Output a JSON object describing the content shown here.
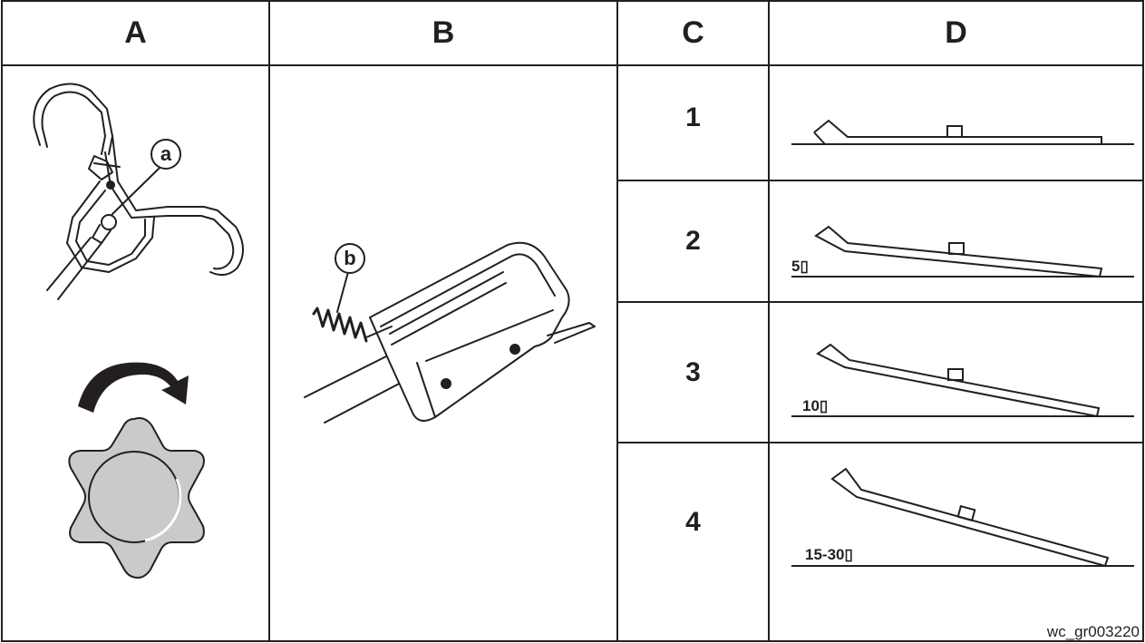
{
  "columns": {
    "a": "A",
    "b": "B",
    "c": "C",
    "d": "D"
  },
  "callouts": {
    "a": "a",
    "b": "b"
  },
  "rows": [
    {
      "number": "1",
      "angle": ""
    },
    {
      "number": "2",
      "angle": "5▯"
    },
    {
      "number": "3",
      "angle": "10▯"
    },
    {
      "number": "4",
      "angle": "15-30▯"
    }
  ],
  "figure_code": "wc_gr003220",
  "colors": {
    "line": "#231f20",
    "knob_fill": "#c9cacc",
    "background": "#ffffff"
  }
}
